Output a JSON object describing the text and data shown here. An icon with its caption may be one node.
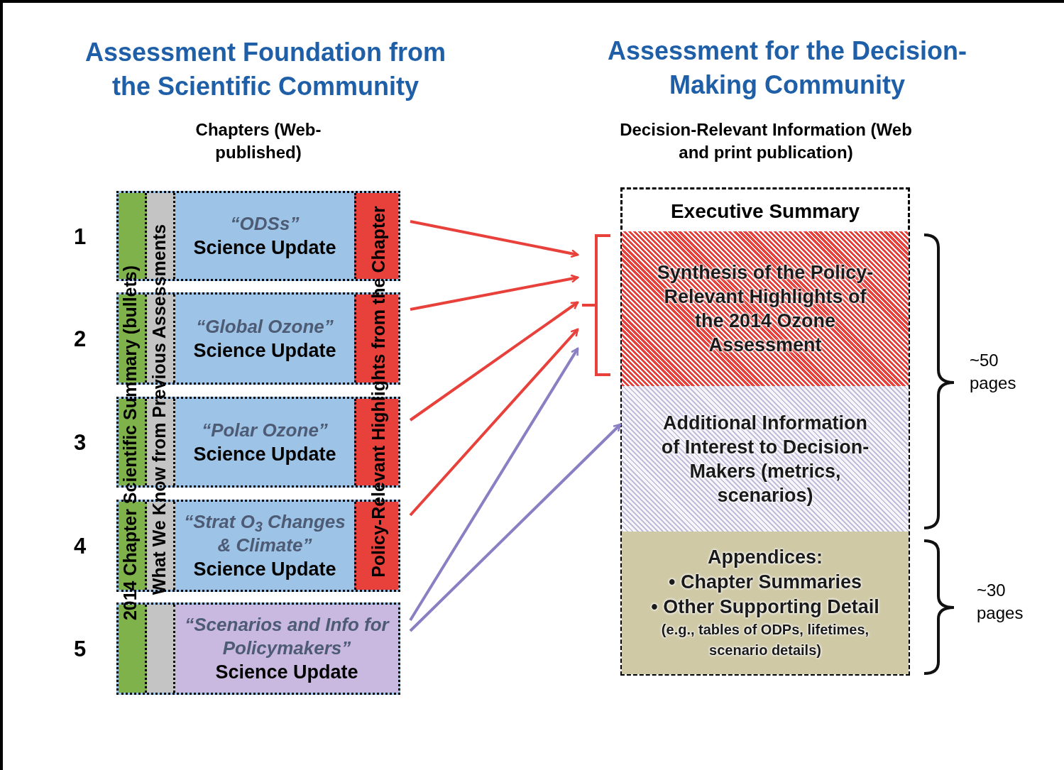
{
  "diagram": {
    "nodes": [
      {
        "text": [
          "“ODSs”",
          "Science Update"
        ],
        "beside": [
          "1"
        ]
      },
      {
        "text": [
          "“Global Ozone”",
          "Science Update"
        ],
        "beside": [
          "2"
        ]
      },
      {
        "text": [
          "“Polar Ozone”",
          "Science Update"
        ],
        "beside": [
          "3"
        ]
      },
      {
        "text": [
          "“Strat O$_{3}$ Changes & Climate”",
          "Science Update"
        ],
        "beside": [
          "4"
        ]
      },
      {
        "text": [
          "“Scenarios and Info for Policymakers”",
          "Science Update"
        ],
        "beside": [
          "5"
        ]
      },
      {
        "text": [],
        "shape": "bracket"
      },
      {
        "text": [
          "Executive Summary"
        ]
      },
      {
        "text": [
          "Synthesis of the Policy-Relevant Highlights of the 2014 Ozone Assessment"
        ],
        "in": 6
      },
      {
        "text": [
          "Additional Information of Interest to Decision-Makers (metrics, scenarios)"
        ],
        "in": 6
      },
      {
        "text": [
          "Appendices:",
          "• Chapter Summaries",
          "• Other Supporting Detail",
          "(e.g., tables of ODPs, lifetimes, scenario details)"
        ],
        "in": 6
      }
    ],
    "edges": [
      {
        "from": 0,
        "to": 5,
        "arrow": "to"
      },
      {
        "from": 1,
        "to": 5,
        "arrow": "to"
      },
      {
        "from": 2,
        "to": 5,
        "arrow": "to"
      },
      {
        "from": 3,
        "to": 5,
        "arrow": "to"
      },
      {
        "from": 4,
        "to": 5,
        "arrow": "to",
        "color": "#8a7fc2"
      },
      {
        "from": 4,
        "to": 8,
        "arrow": "to",
        "color": "#8a7fc2"
      }
    ],
    "labels": [
      "Assessment Foundation from the Scientific Community",
      "Assessment for the Decision-Making Community",
      "Chapters (Web-published)",
      "Decision-Relevant Information (Web and print publication)",
      "2014 Chapter Scientific Summary (bullets)",
      "What We Know from Previous Assessments",
      "Policy-Relevant Highlights from the Chapter",
      "~50 pages",
      "~30 pages"
    ]
  }
}
